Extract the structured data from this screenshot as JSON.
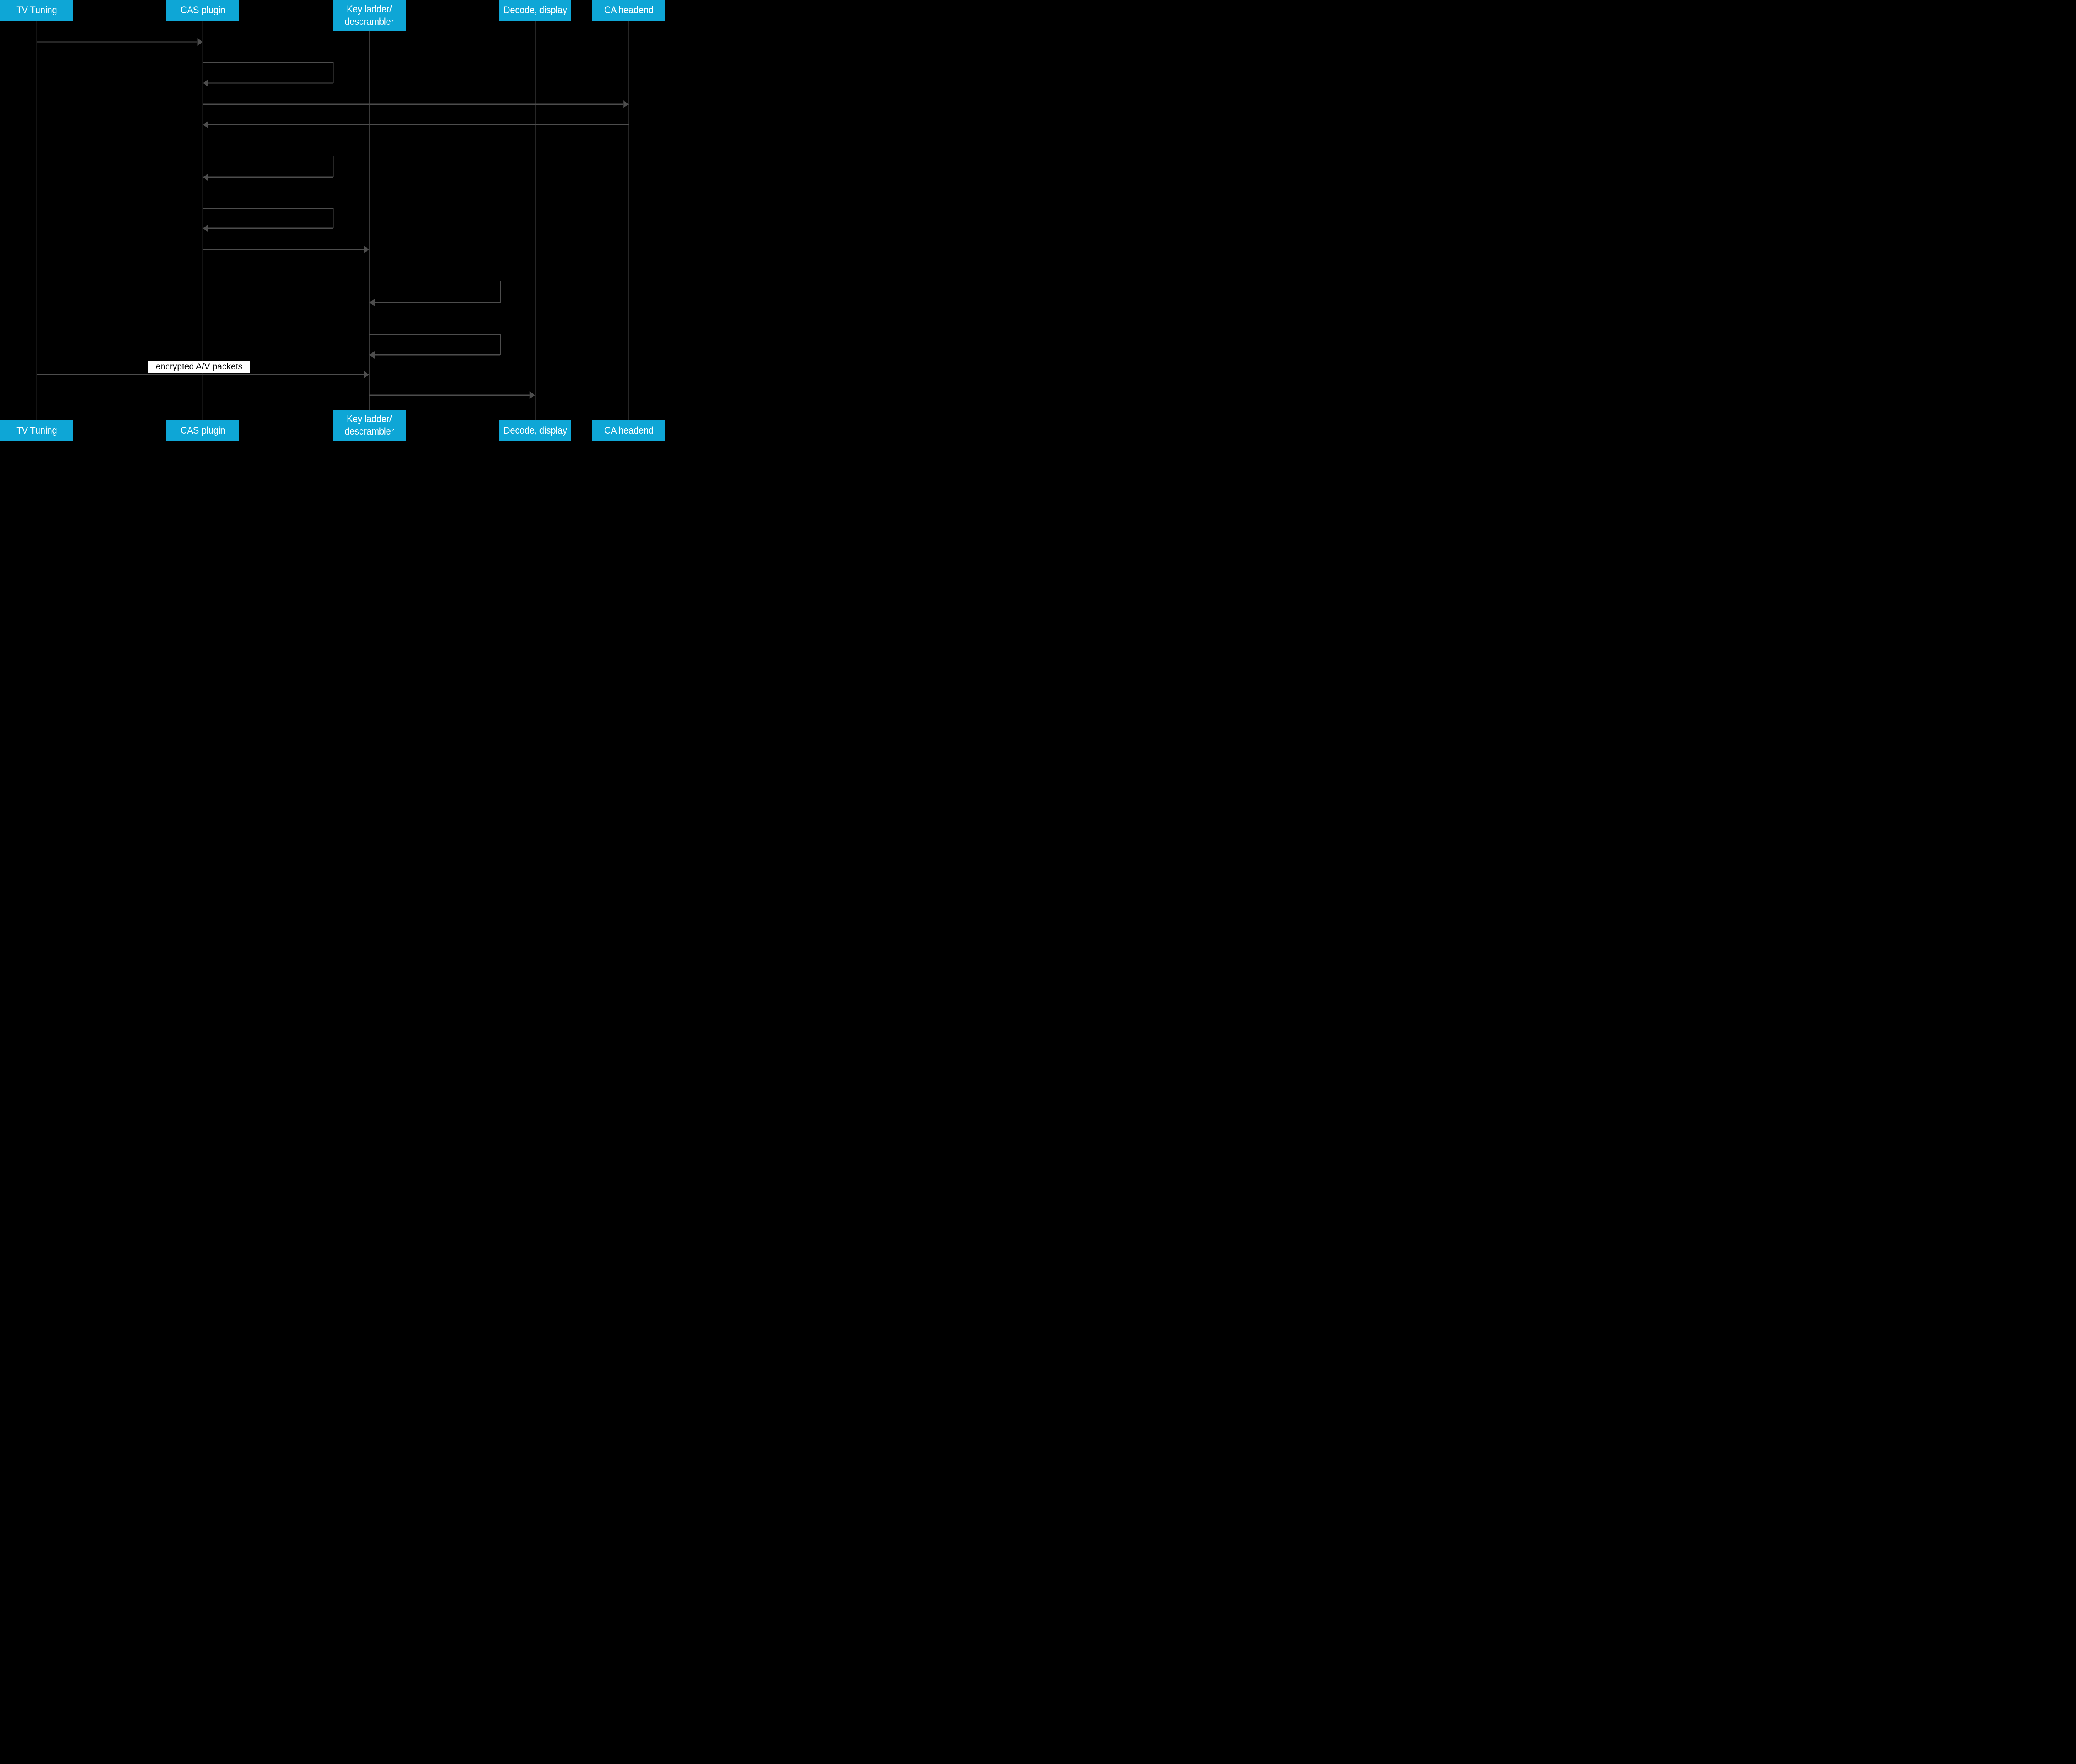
{
  "diagram": {
    "kind": "sequence-diagram",
    "colors": {
      "background": "#000000",
      "actor_fill": "#0ea6d6",
      "actor_text": "#ffffff",
      "line": "#4d4d4d",
      "label_background": "#ffffff",
      "label_text": "#000000"
    },
    "actors": [
      {
        "id": "tv-tuning",
        "name": "TV Tuning"
      },
      {
        "id": "cas-plugin",
        "name": "CAS plugin"
      },
      {
        "id": "key-ladder",
        "name": "Key ladder/\ndescrambler"
      },
      {
        "id": "decode-display",
        "name": "Decode, display"
      },
      {
        "id": "ca-headend",
        "name": "CA headend"
      }
    ],
    "messages": [
      {
        "seq": 1,
        "from": "TV Tuning",
        "to": "CAS plugin",
        "type": "arrow",
        "label": ""
      },
      {
        "seq": 2,
        "from": "CAS plugin",
        "to": "CAS plugin",
        "type": "self",
        "label": ""
      },
      {
        "seq": 3,
        "from": "CAS plugin",
        "to": "CA headend",
        "type": "arrow",
        "label": ""
      },
      {
        "seq": 4,
        "from": "CA headend",
        "to": "CAS plugin",
        "type": "arrow",
        "label": ""
      },
      {
        "seq": 5,
        "from": "CAS plugin",
        "to": "CAS plugin",
        "type": "self",
        "label": ""
      },
      {
        "seq": 6,
        "from": "CAS plugin",
        "to": "CAS plugin",
        "type": "self",
        "label": ""
      },
      {
        "seq": 7,
        "from": "CAS plugin",
        "to": "Key ladder/descrambler",
        "type": "arrow",
        "label": ""
      },
      {
        "seq": 8,
        "from": "Key ladder/descrambler",
        "to": "Key ladder/descrambler",
        "type": "self",
        "label": ""
      },
      {
        "seq": 9,
        "from": "Key ladder/descrambler",
        "to": "Key ladder/descrambler",
        "type": "self",
        "label": ""
      },
      {
        "seq": 10,
        "from": "TV Tuning",
        "to": "Key ladder/descrambler",
        "type": "arrow",
        "label": "encrypted A/V packets"
      },
      {
        "seq": 11,
        "from": "Key ladder/descrambler",
        "to": "Decode, display",
        "type": "arrow",
        "label": ""
      }
    ]
  }
}
